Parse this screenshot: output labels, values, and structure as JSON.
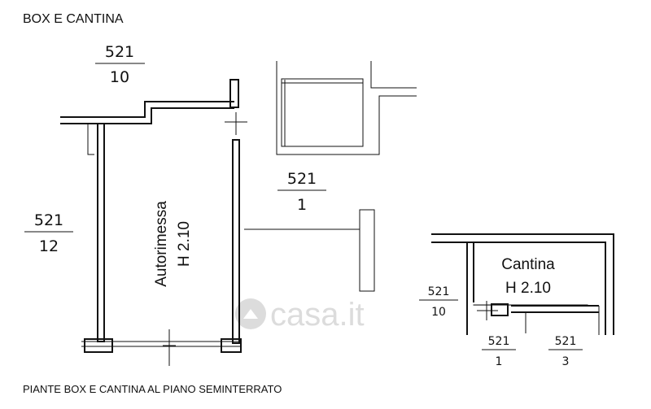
{
  "title": "BOX E CANTINA",
  "caption": "PIANTE BOX E CANTINA AL PIANO SEMINTERRATO",
  "watermark": "casa.it",
  "rooms": {
    "autorimessa": {
      "name": "Autorimessa",
      "height": "H 2.10"
    },
    "cantina": {
      "name": "Cantina",
      "height": "H 2.10"
    }
  },
  "parcels": [
    {
      "id": "p-521-10-top",
      "num": "521",
      "den": "10"
    },
    {
      "id": "p-521-12",
      "num": "521",
      "den": "12"
    },
    {
      "id": "p-521-1-mid",
      "num": "521",
      "den": "1"
    },
    {
      "id": "p-521-10-right",
      "num": "521",
      "den": "10"
    },
    {
      "id": "p-521-1-bottom",
      "num": "521",
      "den": "1"
    },
    {
      "id": "p-521-3",
      "num": "521",
      "den": "3"
    }
  ]
}
